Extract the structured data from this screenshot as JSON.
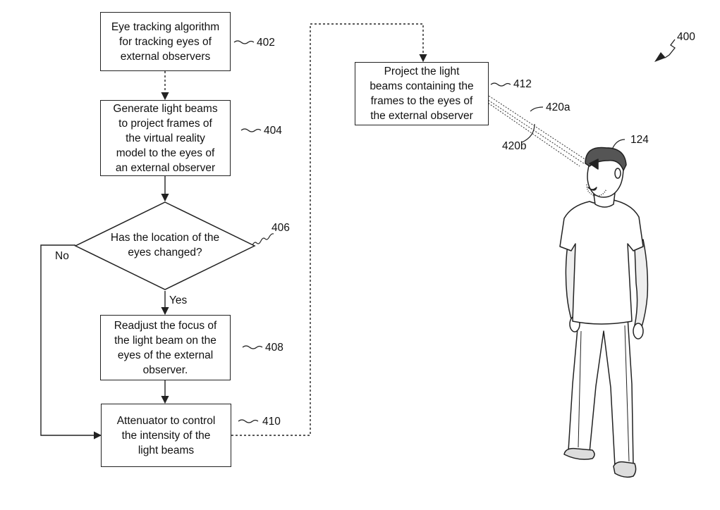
{
  "figure_ref": "400",
  "steps": {
    "s402": {
      "text": "Eye tracking algorithm\nfor tracking eyes of\nexternal observers",
      "ref": "402"
    },
    "s404": {
      "text": "Generate light beams\nto project frames of\nthe virtual reality\nmodel to the eyes of\nan external observer",
      "ref": "404"
    },
    "s406": {
      "text": "Has the location of the\neyes changed?",
      "ref": "406",
      "yes": "Yes",
      "no": "No"
    },
    "s408": {
      "text": "Readjust the focus of\nthe light beam on the\neyes of the external\nobserver.",
      "ref": "408"
    },
    "s410": {
      "text": "Attenuator to control\nthe intensity of the\nlight beams",
      "ref": "410"
    },
    "s412": {
      "text": "Project the light\nbeams containing the\nframes to the eyes of\nthe external observer",
      "ref": "412"
    }
  },
  "beams": {
    "a": "420a",
    "b": "420b"
  },
  "observer_ref": "124"
}
